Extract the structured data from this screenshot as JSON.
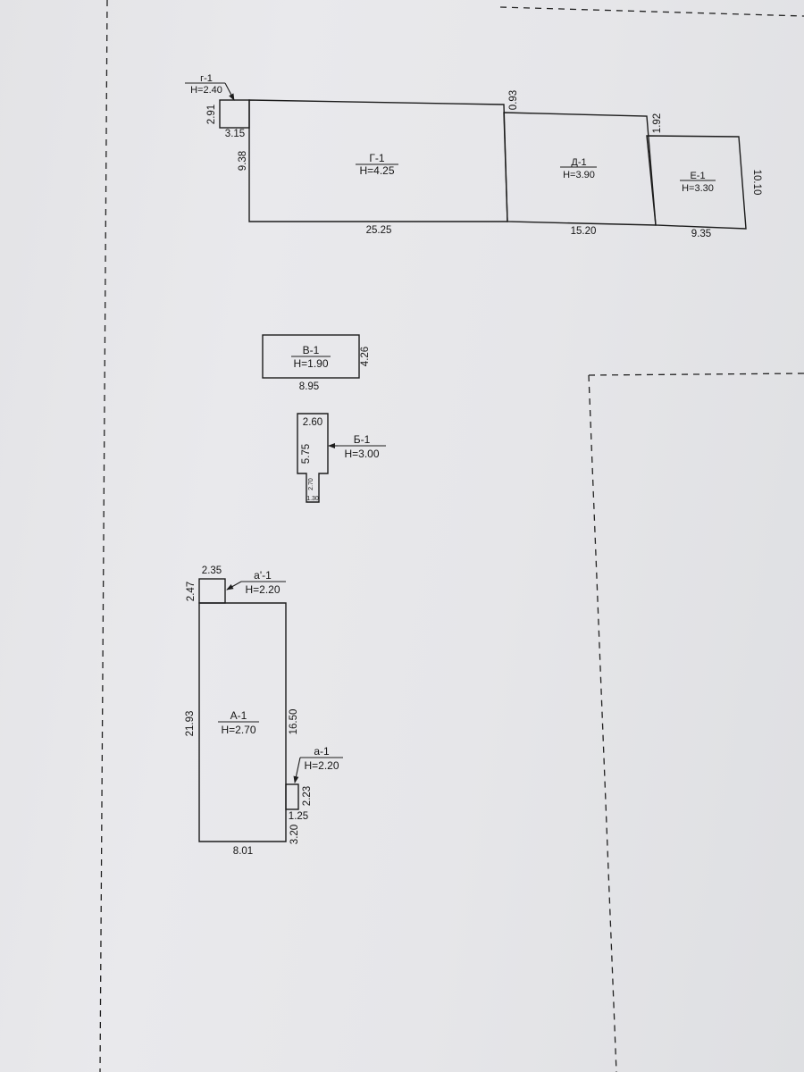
{
  "buildings": {
    "g1": {
      "name": "Г-1",
      "height": "Н=4.25",
      "dim_left": "9.38",
      "dim_bottom": "25.25"
    },
    "g_small": {
      "name": "г-1",
      "height": "Н=2.40",
      "dim_left": "2.91",
      "dim_bottom": "3.15"
    },
    "d1": {
      "name": "Д-1",
      "height": "Н=3.90",
      "dim_top_left": "0.93",
      "dim_bottom": "15.20"
    },
    "e1": {
      "name": "Е-1",
      "height": "Н=3.30",
      "dim_top_left": "1.92",
      "dim_right": "10.10",
      "dim_bottom": "9.35"
    },
    "v1": {
      "name": "В-1",
      "height": "Н=1.90",
      "dim_right": "4.26",
      "dim_bottom": "8.95"
    },
    "b1": {
      "name": "Б-1",
      "height": "Н=3.00",
      "dim_top": "2.60",
      "dim_left": "5.75",
      "dim_small_left": "2.70",
      "dim_small_bottom": "1.30"
    },
    "a1": {
      "name": "А-1",
      "height": "Н=2.70",
      "dim_left": "21.93",
      "dim_right": "16.50",
      "dim_bottom": "8.01",
      "dim_right_lower": "3.20"
    },
    "a_prime": {
      "name": "а'-1",
      "height": "Н=2.20",
      "dim_top": "2.35",
      "dim_left": "2.47"
    },
    "a_small": {
      "name": "а-1",
      "height": "Н=2.20",
      "dim_right": "2.23",
      "dim_bottom": "1.25"
    }
  }
}
